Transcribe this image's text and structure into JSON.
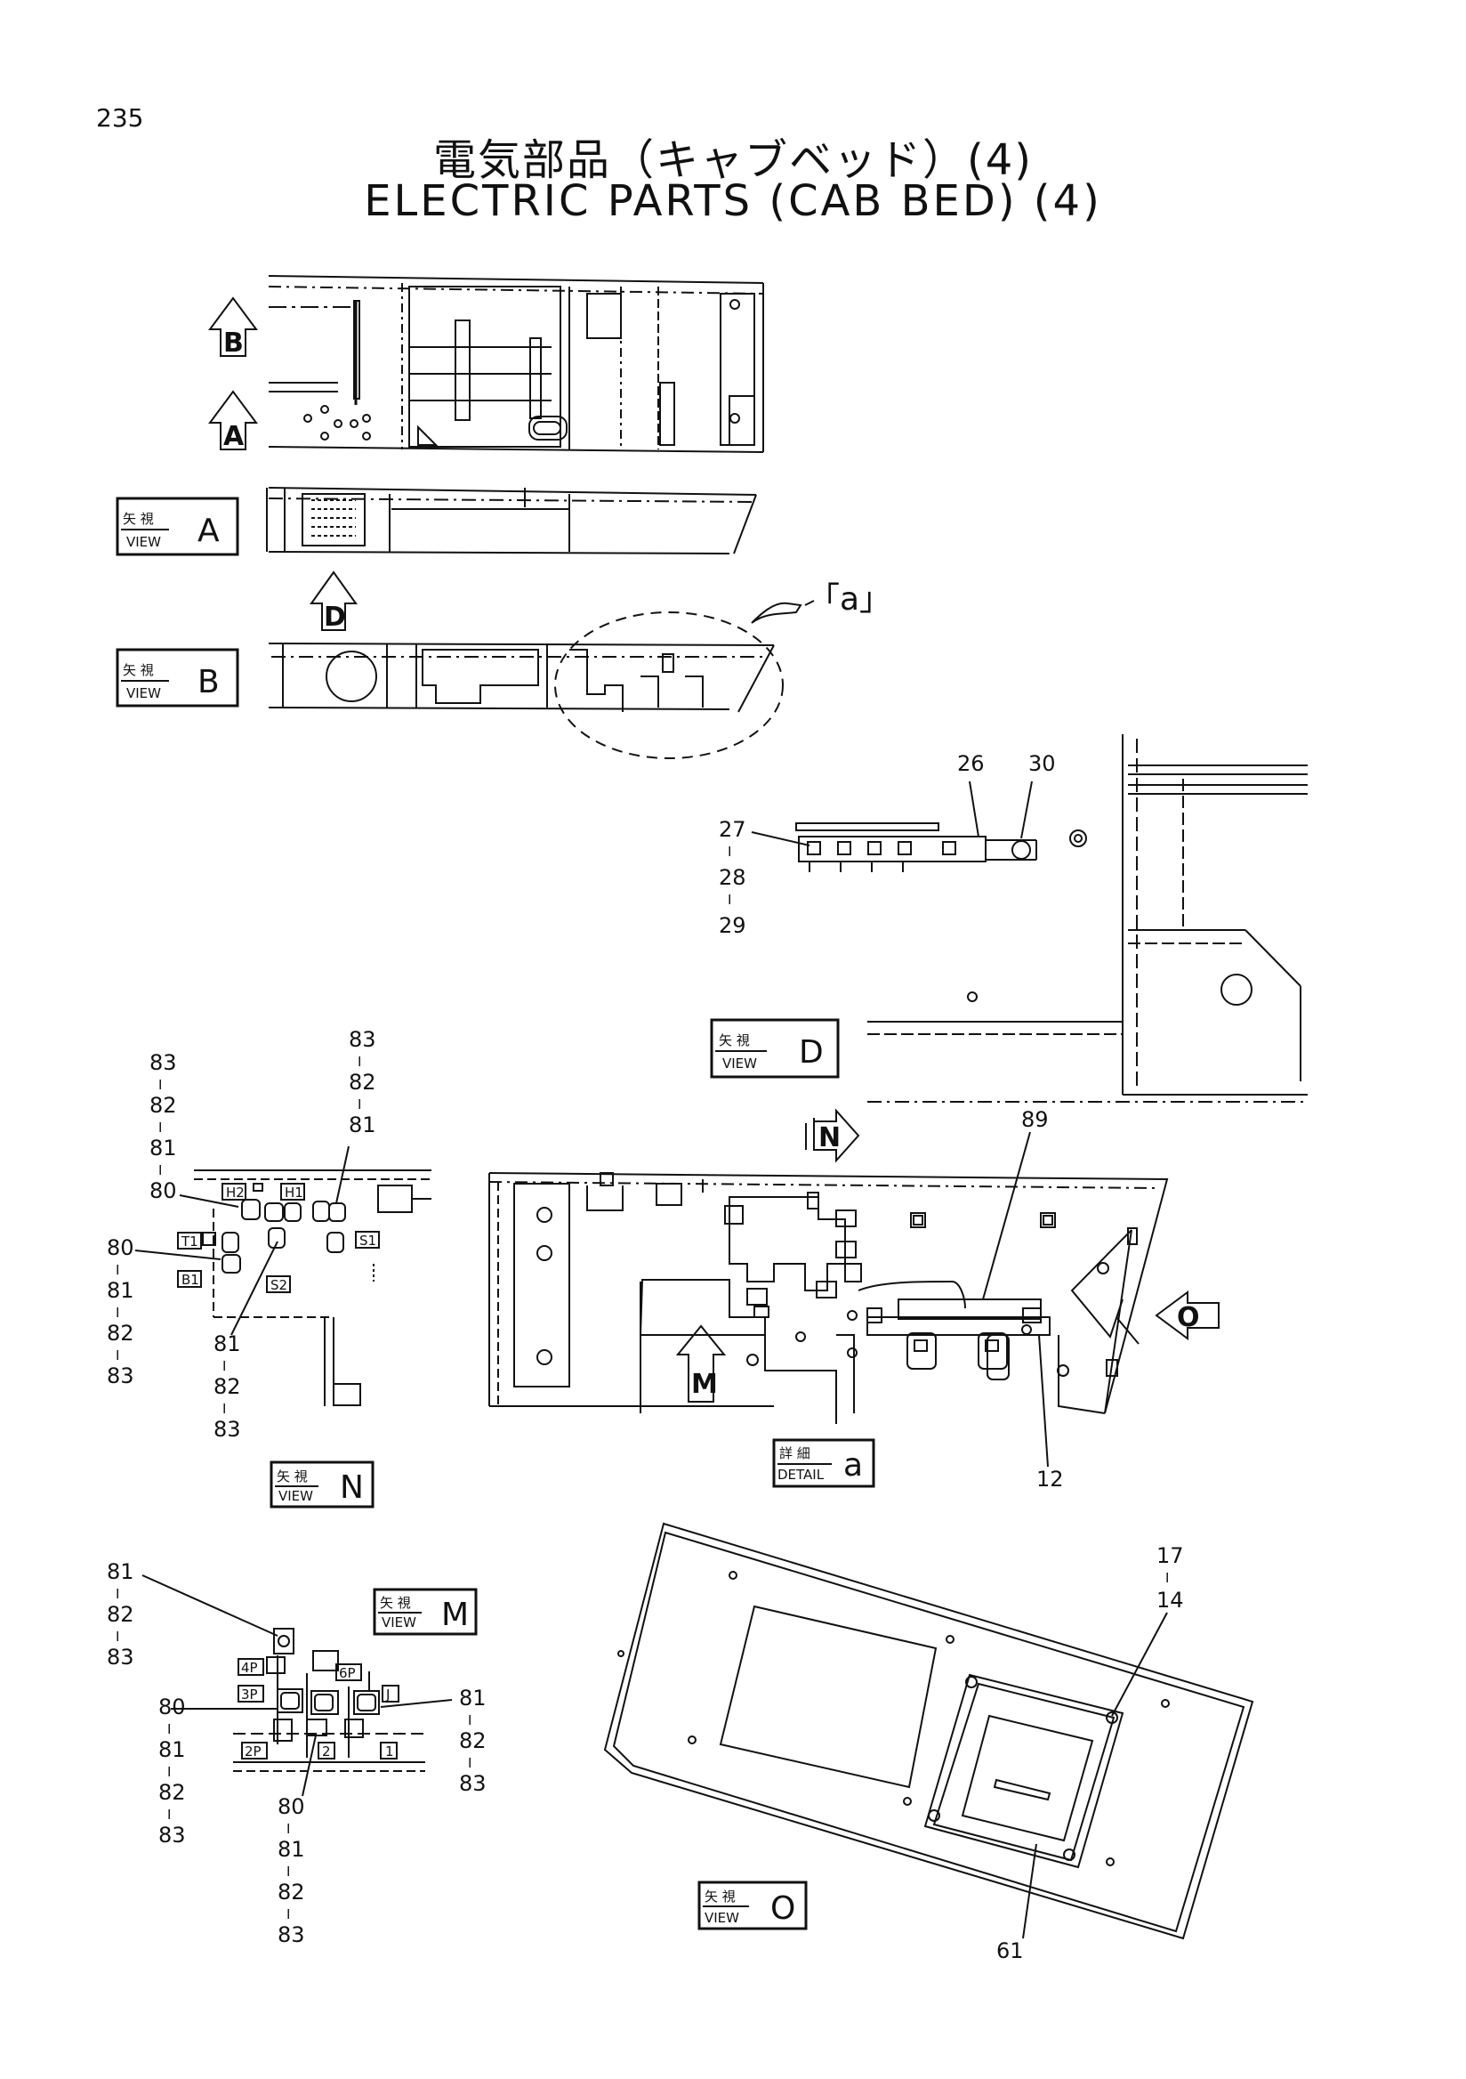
{
  "page": {
    "number": "235",
    "title_jp": "電気部品（キャブベッド）(4)",
    "title_en": "ELECTRIC PARTS (CAB BED) (4)"
  },
  "labels": {
    "view_jp": "矢 視",
    "view_en": "VIEW",
    "detail_jp": "詳 細",
    "detail_en": "DETAIL",
    "sep": "I"
  },
  "views": {
    "A": "A",
    "B": "B",
    "D": "D",
    "N": "N",
    "M": "M",
    "O": "O",
    "a": "a",
    "a_callout": "「a」"
  },
  "arrows": {
    "B": "B",
    "A": "A",
    "D": "D",
    "N": "N",
    "M": "M",
    "O": "O"
  },
  "connectors_n": {
    "H2": "H2",
    "H1": "H1",
    "T1": "T1",
    "S1": "S1",
    "B1": "B1",
    "S2": "S2"
  },
  "connectors_m": {
    "4P": "4P",
    "3P": "3P",
    "2P": "2P",
    "6P": "6P",
    "J": "J",
    "2": "2",
    "1": "1"
  },
  "callouts": {
    "d_26": "26",
    "d_30": "30",
    "d_27": "27",
    "d_28": "28",
    "d_29": "29",
    "a_89": "89",
    "a_12": "12",
    "o_17": "17",
    "o_14": "14",
    "o_61": "61",
    "n_tl": [
      "83",
      "82",
      "81",
      "80"
    ],
    "n_tr": [
      "83",
      "82",
      "81"
    ],
    "n_bl": [
      "80",
      "81",
      "82",
      "83"
    ],
    "n_bc": [
      "81",
      "82",
      "83"
    ],
    "m_tl": [
      "81",
      "82",
      "83"
    ],
    "m_ml": [
      "80",
      "81",
      "82",
      "83"
    ],
    "m_bc": [
      "80",
      "81",
      "82",
      "83"
    ],
    "m_r": [
      "81",
      "82",
      "83"
    ]
  }
}
